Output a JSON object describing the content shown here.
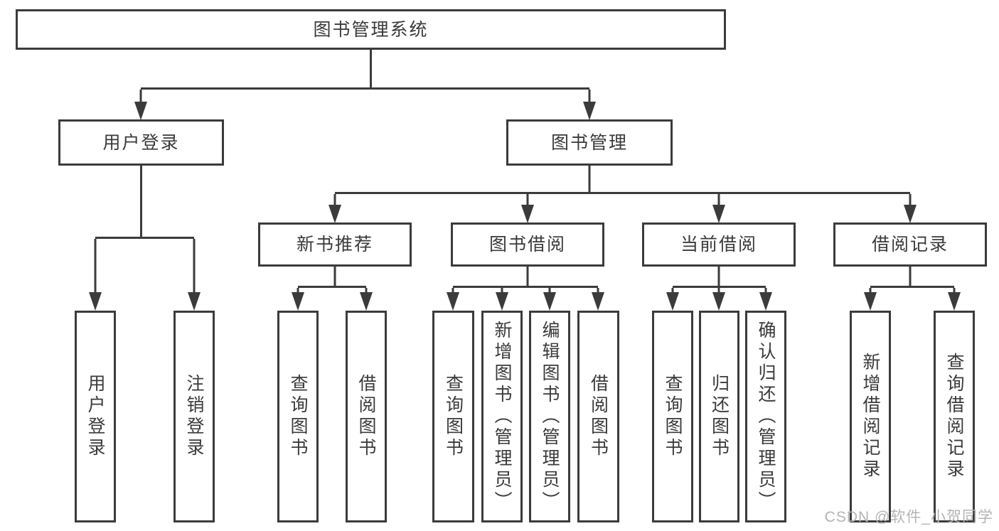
{
  "diagram": {
    "root": {
      "label": "图书管理系统"
    },
    "level2": [
      {
        "label": "用户登录"
      },
      {
        "label": "图书管理"
      }
    ],
    "level3": [
      {
        "label": "新书推荐"
      },
      {
        "label": "图书借阅"
      },
      {
        "label": "当前借阅"
      },
      {
        "label": "借阅记录"
      }
    ],
    "leaves": {
      "userLogin": [
        {
          "label": "用户登录"
        },
        {
          "label": "注销登录"
        }
      ],
      "newBookRec": [
        {
          "label": "查询图书"
        },
        {
          "label": "借阅图书"
        }
      ],
      "bookBorrow": [
        {
          "label": "查询图书"
        },
        {
          "label": "新增图书（管理员）"
        },
        {
          "label": "编辑图书（管理员）"
        },
        {
          "label": "借阅图书"
        }
      ],
      "currentBorrow": [
        {
          "label": "查询图书"
        },
        {
          "label": "归还图书"
        },
        {
          "label": "确认归还（管理员）"
        }
      ],
      "borrowRecord": [
        {
          "label": "新增借阅记录"
        },
        {
          "label": "查询借阅记录"
        }
      ]
    },
    "watermark": "CSDN @软件_小贺同学",
    "colors": {
      "line": "#3b3b3b",
      "text": "#3a3a3a",
      "watermark": "#b4b4b4",
      "background": "#ffffff"
    }
  }
}
